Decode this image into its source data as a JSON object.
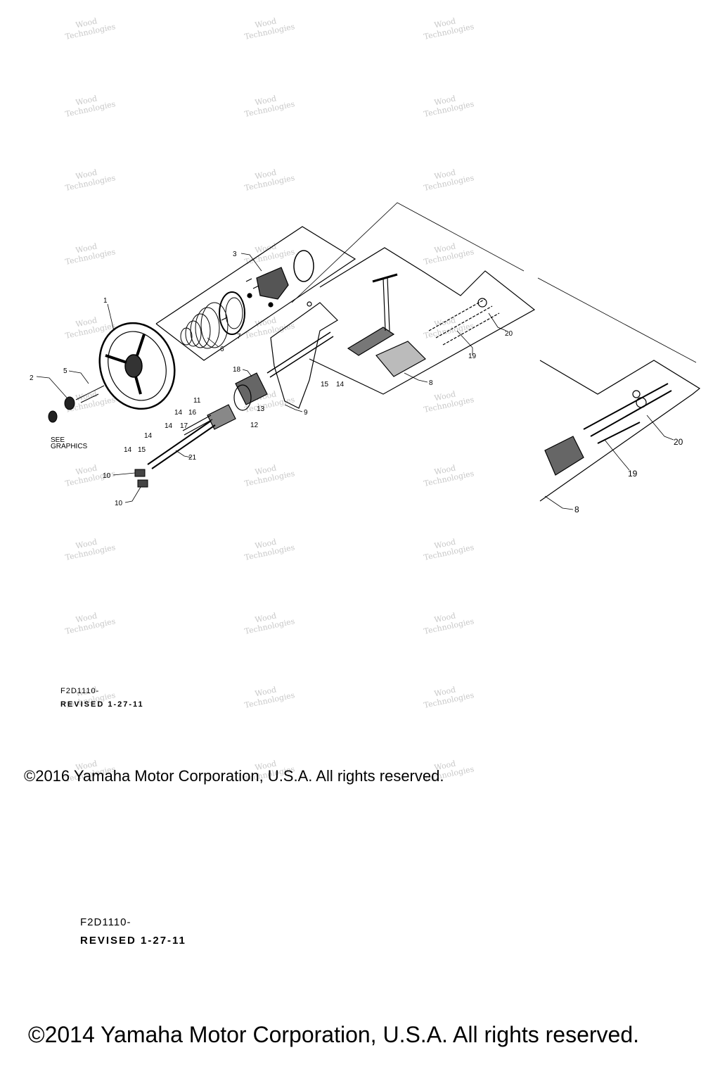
{
  "callouts": {
    "c1": "1",
    "c2": "2",
    "c3": "3",
    "c5": "5",
    "c6": "6",
    "c7": "7",
    "c8a": "8",
    "c8b": "8",
    "c9": "9",
    "c10a": "10",
    "c10b": "10",
    "c11": "11",
    "c12": "12",
    "c13": "13",
    "c14a": "14",
    "c14b": "14",
    "c14c": "14",
    "c14d": "14",
    "c14e": "14",
    "c15a": "15",
    "c15b": "15",
    "c16": "16",
    "c17": "17",
    "c18": "18",
    "c19a": "19",
    "c19b": "19",
    "c20a": "20",
    "c20b": "20",
    "c21": "21"
  },
  "see_graphics": [
    "SEE",
    "GRAPHICS"
  ],
  "watermark": [
    "Wood",
    "Technologies"
  ],
  "footer_small": {
    "code": "F2D1110-",
    "revised": "REVISED 1-27-11",
    "copyright": "©2016 Yamaha Motor Corporation, U.S.A. All rights reserved."
  },
  "footer_large": {
    "code": "F2D1110-",
    "revised": "REVISED 1-27-11",
    "copyright": "©2014 Yamaha Motor Corporation, U.S.A. All rights reserved."
  },
  "colors": {
    "line": "#000000",
    "watermark": "#c8c8c8"
  }
}
